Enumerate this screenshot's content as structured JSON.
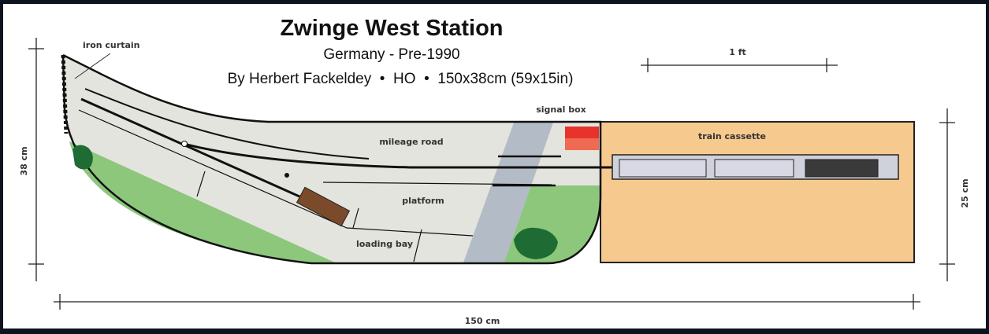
{
  "title": "Zwinge West Station",
  "subtitle": "Germany - Pre-1990",
  "byline": "By Herbert Fackeldey  •  HO  •  150x38cm (59x15in)",
  "labels": {
    "iron_curtain": "iron curtain",
    "signal_box": "signal box",
    "mileage_road": "mileage road",
    "platform": "platform",
    "loading_bay": "loading bay",
    "train_cassette": "train cassette"
  },
  "dimensions": {
    "scale_bar": "1 ft",
    "height": "38 cm",
    "cassette_height": "25 cm",
    "width": "150 cm"
  },
  "colors": {
    "ground": "#e4e4de",
    "grass": "#8cc77c",
    "tree": "#1f6b34",
    "road": "#b3bcc6",
    "cassette": "#f6c98e",
    "signal_box": "#e8322c",
    "wagon": "#7a4a2a"
  }
}
